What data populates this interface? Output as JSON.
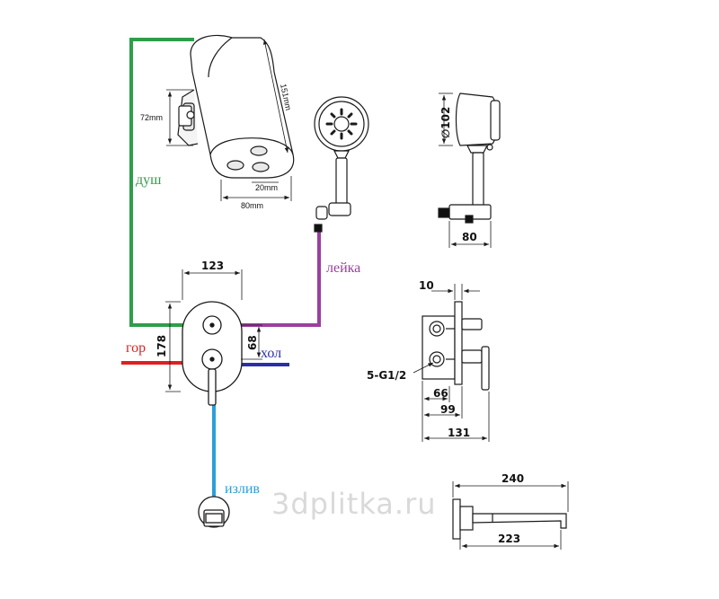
{
  "colors": {
    "shower": "#2e9e4a",
    "handshower": "#9b3fa0",
    "hot": "#e02020",
    "cold": "#2a2fa8",
    "spout": "#2a9fd8",
    "line": "#1a1a1a"
  },
  "labels": {
    "shower": "душ",
    "handshower": "лейка",
    "hot": "гор",
    "cold": "хол",
    "spout": "излив"
  },
  "dimensions": {
    "head_height": "151mm",
    "head_mount": "72mm",
    "head_width": "80mm",
    "head_nozzle": "20mm",
    "plate_width": "123",
    "plate_height": "178",
    "valve_spacing": "68",
    "hand_diameter": "∅102",
    "hand_base": "80",
    "side_plate": "10",
    "thread": "5-G1/2",
    "depth_66": "66",
    "depth_99": "99",
    "depth_131": "131",
    "spout_total": "240",
    "spout_reach": "223"
  },
  "watermark": "3dplitka.ru"
}
